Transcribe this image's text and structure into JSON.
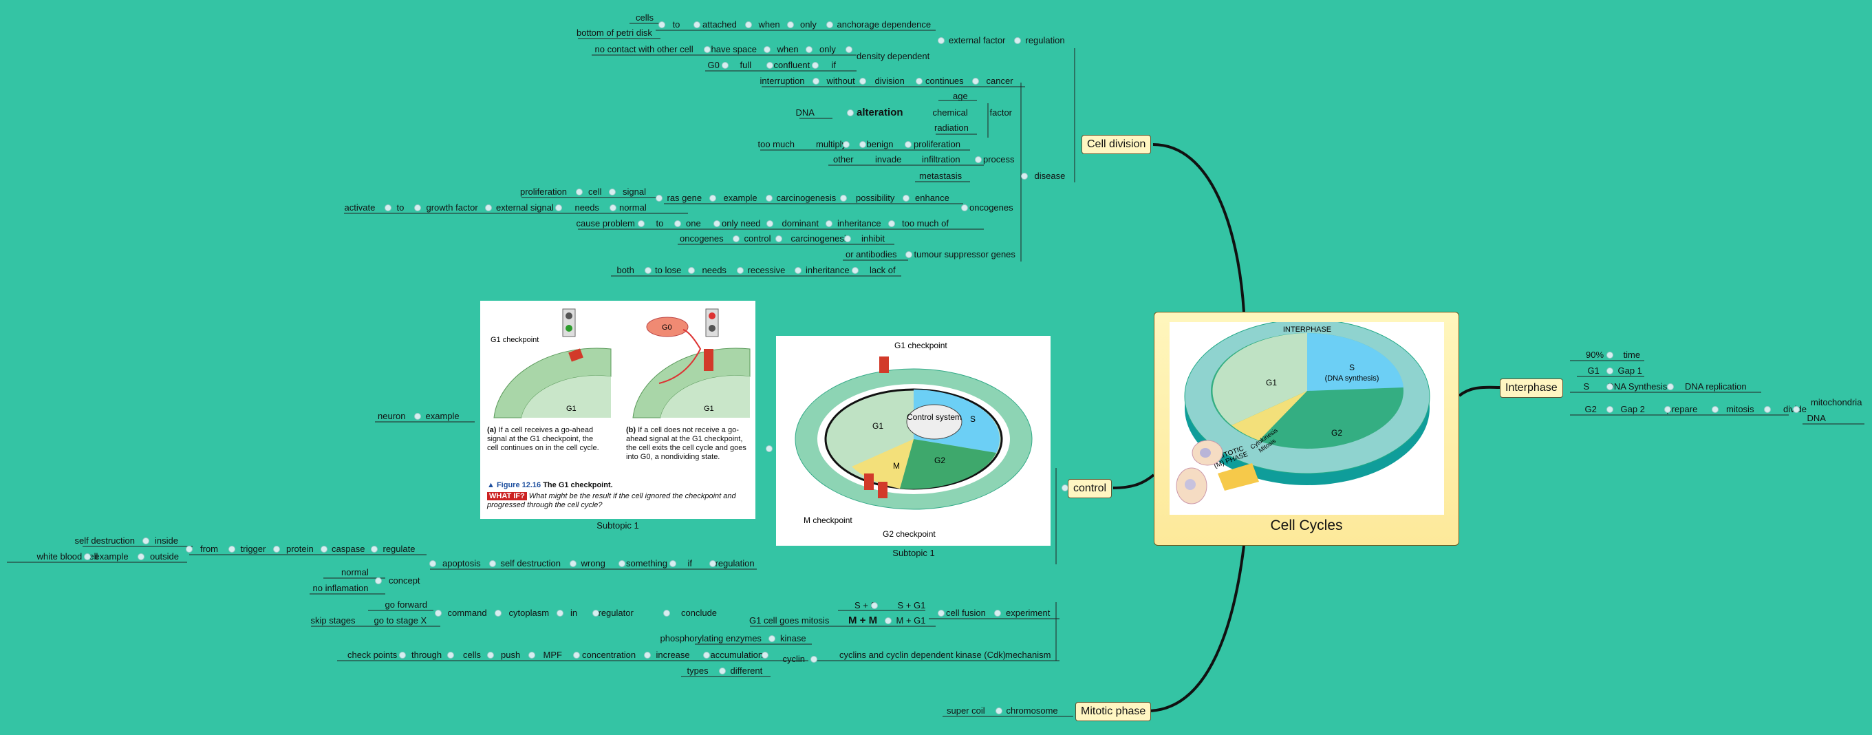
{
  "central": {
    "title": "Cell Cycles"
  },
  "topics": {
    "cell_division": "Cell division",
    "interphase": "Interphase",
    "control": "control",
    "mitotic_phase": "Mitotic phase"
  },
  "interphase_diagram": {
    "interphase": "INTERPHASE",
    "g1": "G1",
    "s": "S",
    "s_sub": "(DNA synthesis)",
    "g2": "G2",
    "cytokinesis": "Cytokinesis",
    "mitosis": "Mitosis",
    "mitotic": "MITOTIC",
    "m_phase": "(M) PHASE"
  },
  "figure_a": {
    "g1_checkpoint": "G1 checkpoint",
    "g1": "G1",
    "g0": "G0",
    "caption_a_label": "(a)",
    "caption_a": "If a cell receives a go-ahead signal at the G1 checkpoint, the cell continues on in the cell cycle.",
    "caption_b_label": "(b)",
    "caption_b": "If a cell does not receive a go-ahead signal at the G1 checkpoint, the cell exits the cell cycle and goes into G0, a nondividing state.",
    "figure_label": "▲ Figure 12.16",
    "figure_title": "The G1 checkpoint.",
    "what_if": "WHAT IF?",
    "question": "What might be the result if the cell ignored the checkpoint and progressed through the cell cycle?",
    "subtopic": "Subtopic 1"
  },
  "figure_b": {
    "g1_checkpoint": "G1 checkpoint",
    "control_system": "Control system",
    "g1": "G1",
    "s": "S",
    "g2": "G2",
    "m": "M",
    "m_checkpoint": "M checkpoint",
    "g2_checkpoint": "G2 checkpoint",
    "subtopic": "Subtopic 1"
  },
  "nodes": [
    {
      "t": "cells"
    },
    {
      "t": "bottom of petri disk"
    },
    {
      "t": "to"
    },
    {
      "t": "attached"
    },
    {
      "t": "when"
    },
    {
      "t": "only"
    },
    {
      "t": "anchorage dependence"
    },
    {
      "t": "external factor"
    },
    {
      "t": "regulation"
    },
    {
      "t": "no contact with other cell"
    },
    {
      "t": "have space"
    },
    {
      "t": "when"
    },
    {
      "t": "only"
    },
    {
      "t": "density dependent"
    },
    {
      "t": "G0"
    },
    {
      "t": "full"
    },
    {
      "t": "confluent"
    },
    {
      "t": "if"
    },
    {
      "t": "interruption"
    },
    {
      "t": "without"
    },
    {
      "t": "division"
    },
    {
      "t": "continues"
    },
    {
      "t": "cancer"
    },
    {
      "t": "age"
    },
    {
      "t": "DNA"
    },
    {
      "t": "alteration"
    },
    {
      "t": "chemical"
    },
    {
      "t": "factor"
    },
    {
      "t": "radiation"
    },
    {
      "t": "too much"
    },
    {
      "t": "multiply"
    },
    {
      "t": "benign"
    },
    {
      "t": "proliferation"
    },
    {
      "t": "other"
    },
    {
      "t": "invade"
    },
    {
      "t": "infiltration"
    },
    {
      "t": "process"
    },
    {
      "t": "metastasis"
    },
    {
      "t": "disease"
    },
    {
      "t": "proliferation"
    },
    {
      "t": "cell"
    },
    {
      "t": "signal"
    },
    {
      "t": "ras gene"
    },
    {
      "t": "example"
    },
    {
      "t": "carcinogenesis"
    },
    {
      "t": "possibility"
    },
    {
      "t": "enhance"
    },
    {
      "t": "activate"
    },
    {
      "t": "to"
    },
    {
      "t": "growth factor"
    },
    {
      "t": "external signal"
    },
    {
      "t": "needs"
    },
    {
      "t": "normal"
    },
    {
      "t": "oncogenes"
    },
    {
      "t": "cause problem"
    },
    {
      "t": "to"
    },
    {
      "t": "one"
    },
    {
      "t": "only need"
    },
    {
      "t": "dominant"
    },
    {
      "t": "inheritance"
    },
    {
      "t": "too much of"
    },
    {
      "t": "oncogenes"
    },
    {
      "t": "control"
    },
    {
      "t": "carcinogenesis"
    },
    {
      "t": "inhibit"
    },
    {
      "t": "or antibodies"
    },
    {
      "t": "tumour suppressor genes"
    },
    {
      "t": "both"
    },
    {
      "t": "to lose"
    },
    {
      "t": "needs"
    },
    {
      "t": "recessive"
    },
    {
      "t": "inheritance"
    },
    {
      "t": "lack of"
    },
    {
      "t": "90%"
    },
    {
      "t": "time"
    },
    {
      "t": "G1"
    },
    {
      "t": "Gap 1"
    },
    {
      "t": "S"
    },
    {
      "t": "DNA Synthesis"
    },
    {
      "t": "DNA replication"
    },
    {
      "t": "G2"
    },
    {
      "t": "Gap 2"
    },
    {
      "t": "prepare"
    },
    {
      "t": "mitosis"
    },
    {
      "t": "divide"
    },
    {
      "t": "mitochondria"
    },
    {
      "t": "DNA"
    },
    {
      "t": "neuron"
    },
    {
      "t": "example"
    },
    {
      "t": "self destruction"
    },
    {
      "t": "inside"
    },
    {
      "t": "white blood cell"
    },
    {
      "t": "example"
    },
    {
      "t": "outside"
    },
    {
      "t": "from"
    },
    {
      "t": "trigger"
    },
    {
      "t": "protein"
    },
    {
      "t": "caspase"
    },
    {
      "t": "regulate"
    },
    {
      "t": "apoptosis"
    },
    {
      "t": "self destruction"
    },
    {
      "t": "wrong"
    },
    {
      "t": "something"
    },
    {
      "t": "if"
    },
    {
      "t": "regulation"
    },
    {
      "t": "normal"
    },
    {
      "t": "no inflamation"
    },
    {
      "t": "concept"
    },
    {
      "t": "go forward"
    },
    {
      "t": "command"
    },
    {
      "t": "cytoplasm"
    },
    {
      "t": "in"
    },
    {
      "t": "regulator"
    },
    {
      "t": "conclude"
    },
    {
      "t": "skip stages"
    },
    {
      "t": "go to stage X"
    },
    {
      "t": "S + S"
    },
    {
      "t": "S + G1"
    },
    {
      "t": "G1 cell goes mitosis"
    },
    {
      "t": "M + M"
    },
    {
      "t": "M + G1"
    },
    {
      "t": "cell fusion"
    },
    {
      "t": "experiment"
    },
    {
      "t": "phosphorylating enzymes"
    },
    {
      "t": "kinase"
    },
    {
      "t": "check points"
    },
    {
      "t": "through"
    },
    {
      "t": "cells"
    },
    {
      "t": "push"
    },
    {
      "t": "MPF"
    },
    {
      "t": "concentration"
    },
    {
      "t": "increase"
    },
    {
      "t": "accumulation"
    },
    {
      "t": "cyclin"
    },
    {
      "t": "cyclins and cyclin dependent kinase (Cdk)"
    },
    {
      "t": "mechanism"
    },
    {
      "t": "types"
    },
    {
      "t": "different"
    },
    {
      "t": "super coil"
    },
    {
      "t": "chromosome"
    }
  ],
  "colors": {
    "background": "#34c4a4",
    "topic_fill": "#fff6c2",
    "central_fill": "#fde99a"
  }
}
